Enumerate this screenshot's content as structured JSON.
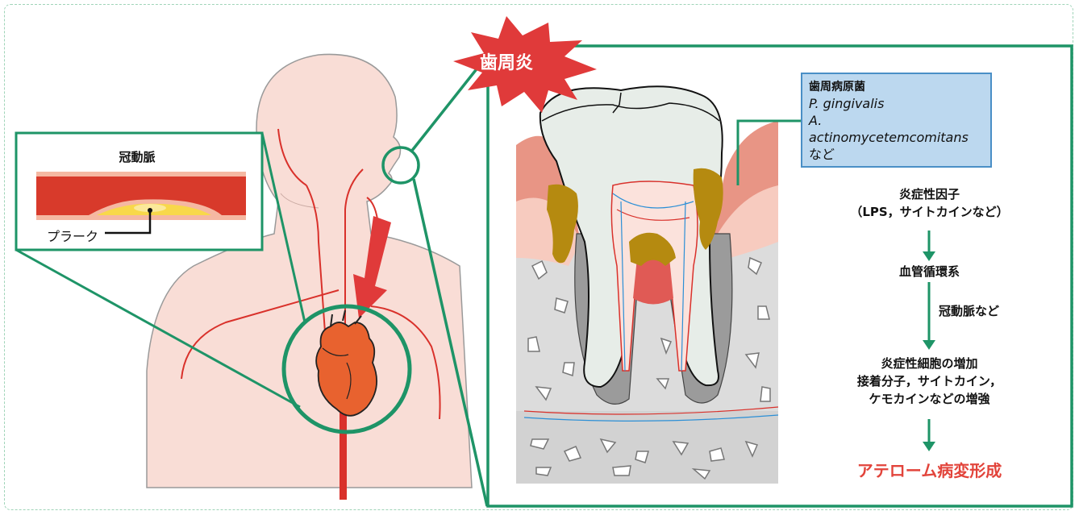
{
  "burst": {
    "label": "歯周炎"
  },
  "coronary": {
    "title": "冠動脈",
    "plaque_label": "プラーク"
  },
  "bacteria": {
    "title": "歯周病原菌",
    "species": [
      "P. gingivalis",
      "A. actinomycetemcomitans"
    ],
    "note": "など"
  },
  "flow": {
    "factor_title": "炎症性因子",
    "factor_detail": "（LPS，サイトカインなど）",
    "circulation": "血管循環系",
    "route": "冠動脈など",
    "cells_title": "炎症性細胞の増加",
    "cells_line2": "接着分子，サイトカイン，",
    "cells_line3": "ケモカインなどの増強",
    "result": "アテローム病変形成"
  },
  "colors": {
    "frame_green": "#1e9467",
    "burst_red": "#e03a3a",
    "skin": "#f9ddd6",
    "vessel_red": "#d9312b",
    "result_red": "#e2443b",
    "box_blue": "#bcd8ef"
  }
}
